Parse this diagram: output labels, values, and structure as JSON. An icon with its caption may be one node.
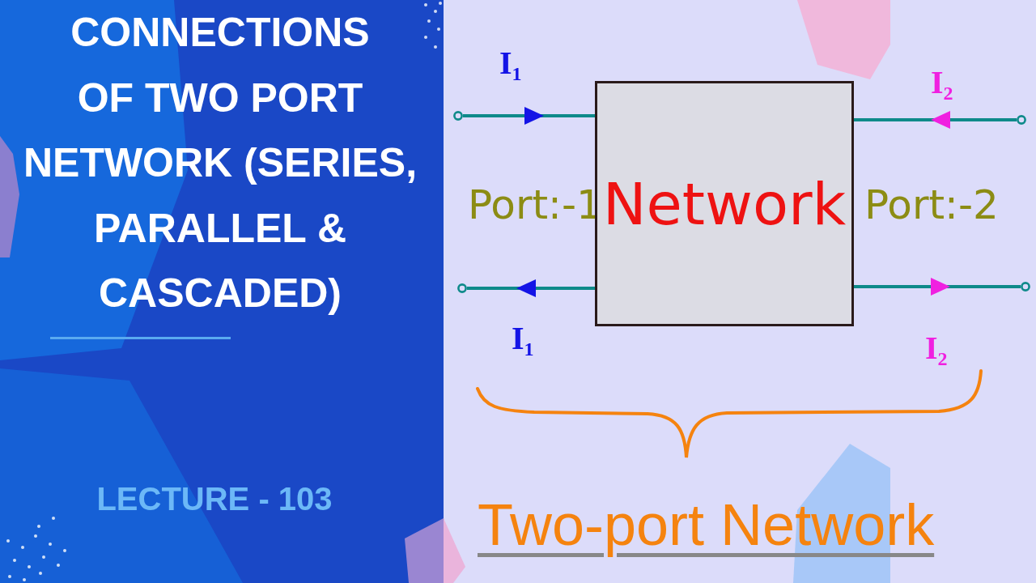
{
  "diagram": {
    "title": "CONNECTIONS OF TWO PORT NETWORK (SERIES, PARALLEL & CASCADED)",
    "nodes": [
      {
        "text": [],
        "shape": "circle"
      },
      {
        "text": [],
        "shape": "circle"
      },
      {
        "text": [
          "Network"
        ]
      },
      {
        "text": [],
        "shape": "circle"
      },
      {
        "text": [],
        "shape": "circle"
      }
    ],
    "edges": [
      {
        "from": 0,
        "to": 2,
        "arrow": "to",
        "label": "I$_{1}$"
      },
      {
        "from": 2,
        "to": 1,
        "arrow": "to",
        "label": "I$_{1}$"
      },
      {
        "from": 3,
        "to": 2,
        "arrow": "to",
        "label": "I$_{2}$"
      },
      {
        "from": 2,
        "to": 4,
        "arrow": "to",
        "label": "I$_{2}$"
      }
    ],
    "labels": [
      "LECTURE - 103",
      "Port:-1",
      "Port:-2",
      "Two-port Network"
    ]
  }
}
